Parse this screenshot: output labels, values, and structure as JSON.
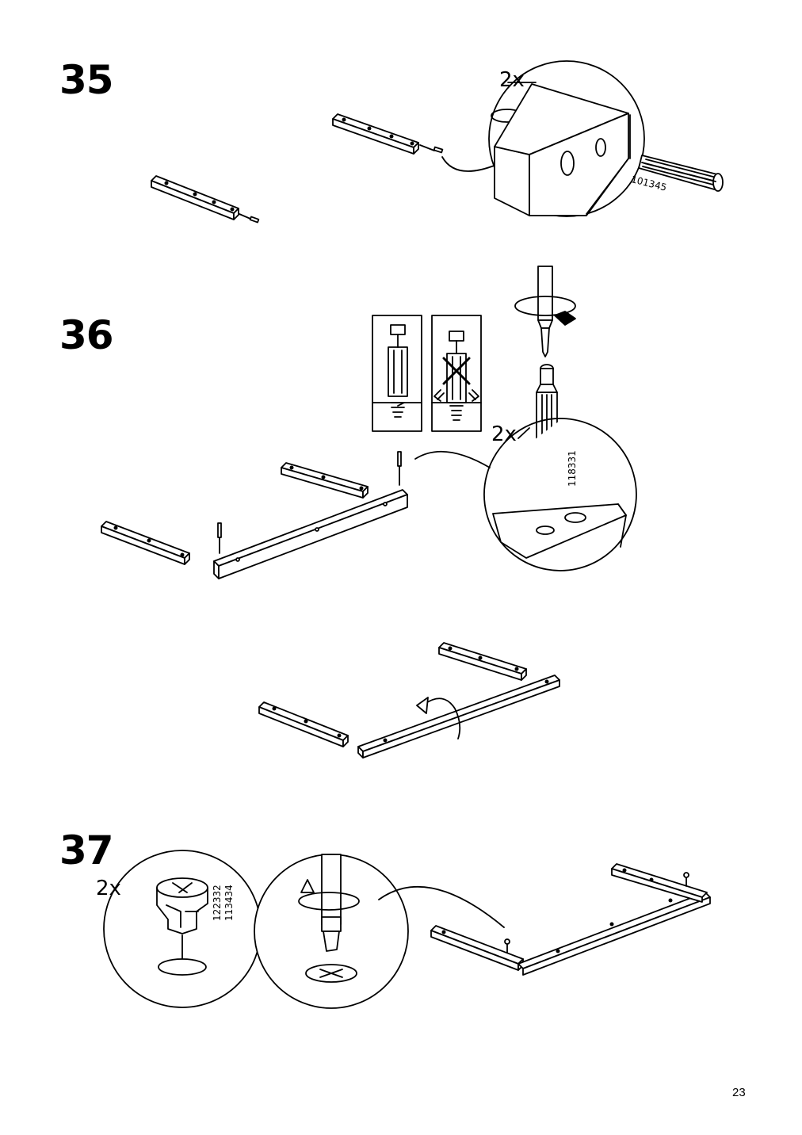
{
  "steps": {
    "s35": {
      "number": "35",
      "quantity": "2x",
      "part": "101345"
    },
    "s36": {
      "number": "36",
      "quantity": "2x",
      "part": "118331"
    },
    "s37": {
      "number": "37",
      "quantity": "2x",
      "part_a": "122332",
      "part_b": "113434"
    }
  },
  "page_number": "23"
}
